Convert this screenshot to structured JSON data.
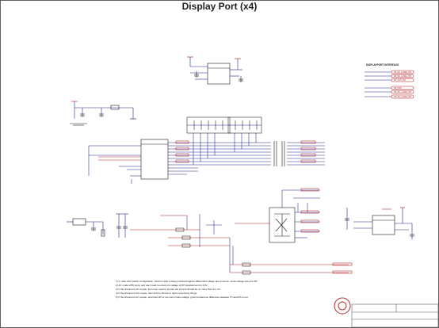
{
  "sheet": {
    "title": "Display Port (x4)"
  },
  "interface_block": {
    "heading": "DISPLAYPORT INTERFACE",
    "signals": [
      "DP_ML_LANE0_P/N",
      "DP_ML_LANE1_P/N",
      "DP_AUX_P/N",
      "DP_HPD",
      "DP_ML_LANE2_P/N",
      "DP_ML_LANE3_P/N"
    ]
  },
  "notes": [
    "1)  In case AUX switch configuration, which is able to keep positive/negative differential voltage and common mode voltage spec for DP.",
    "2)  AC mode HPD input, and user need to ensure its voltage of DP standard and is 3.3V.",
    "3)      If the channel is AC couple, then user need to ensure the current should be no more than 4.1 mA.",
    "4)      If the channel is DC couple, then AUX to Device in tight connectivity things.",
    "5)      If the channel is AC couple, and have DP to common mode voltage, ground reference difference between TX and RX is not"
  ],
  "colors": {
    "wire": "#23238c",
    "signal": "#b01c1c",
    "component": "#1a1a1a",
    "frame": "#606060",
    "logo": "#b03030"
  }
}
